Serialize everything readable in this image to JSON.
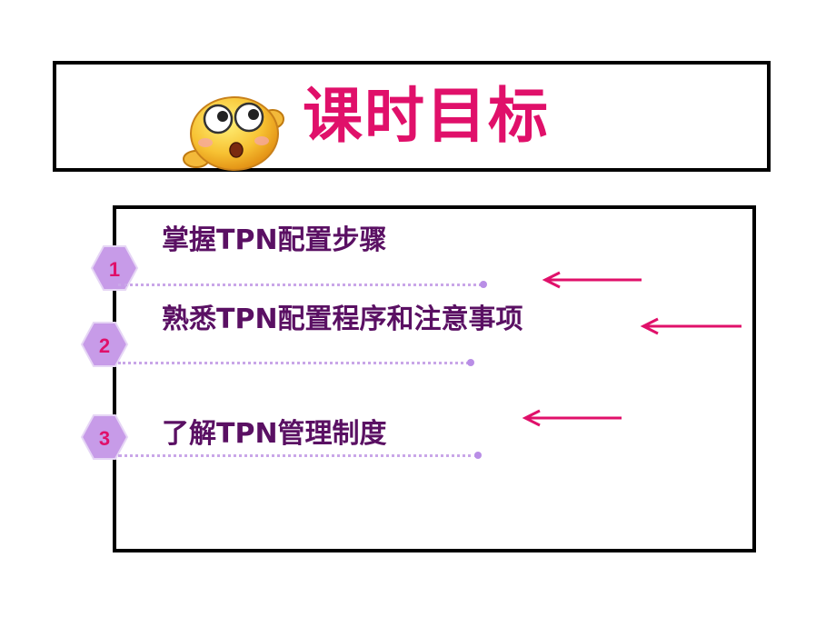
{
  "slide": {
    "title": "课时目标",
    "items": [
      {
        "number": "1",
        "text": "掌握TPN配置步骤"
      },
      {
        "number": "2",
        "text": "熟悉TPN配置程序和注意事项"
      },
      {
        "number": "3",
        "text": "了解TPN管理制度"
      }
    ]
  },
  "colors": {
    "title": "#e0106a",
    "item_text": "#5a1063",
    "badge_fill": "#c79be8",
    "badge_number": "#e0106a",
    "arrow": "#e0106a",
    "dotted_line": "#c9a6e8",
    "border": "#000000"
  },
  "icons": {
    "title_icon": "surprised-smiley-face-icon",
    "badge_icon": "hexagon-badge-icon",
    "arrow_icon": "left-arrow-icon"
  }
}
